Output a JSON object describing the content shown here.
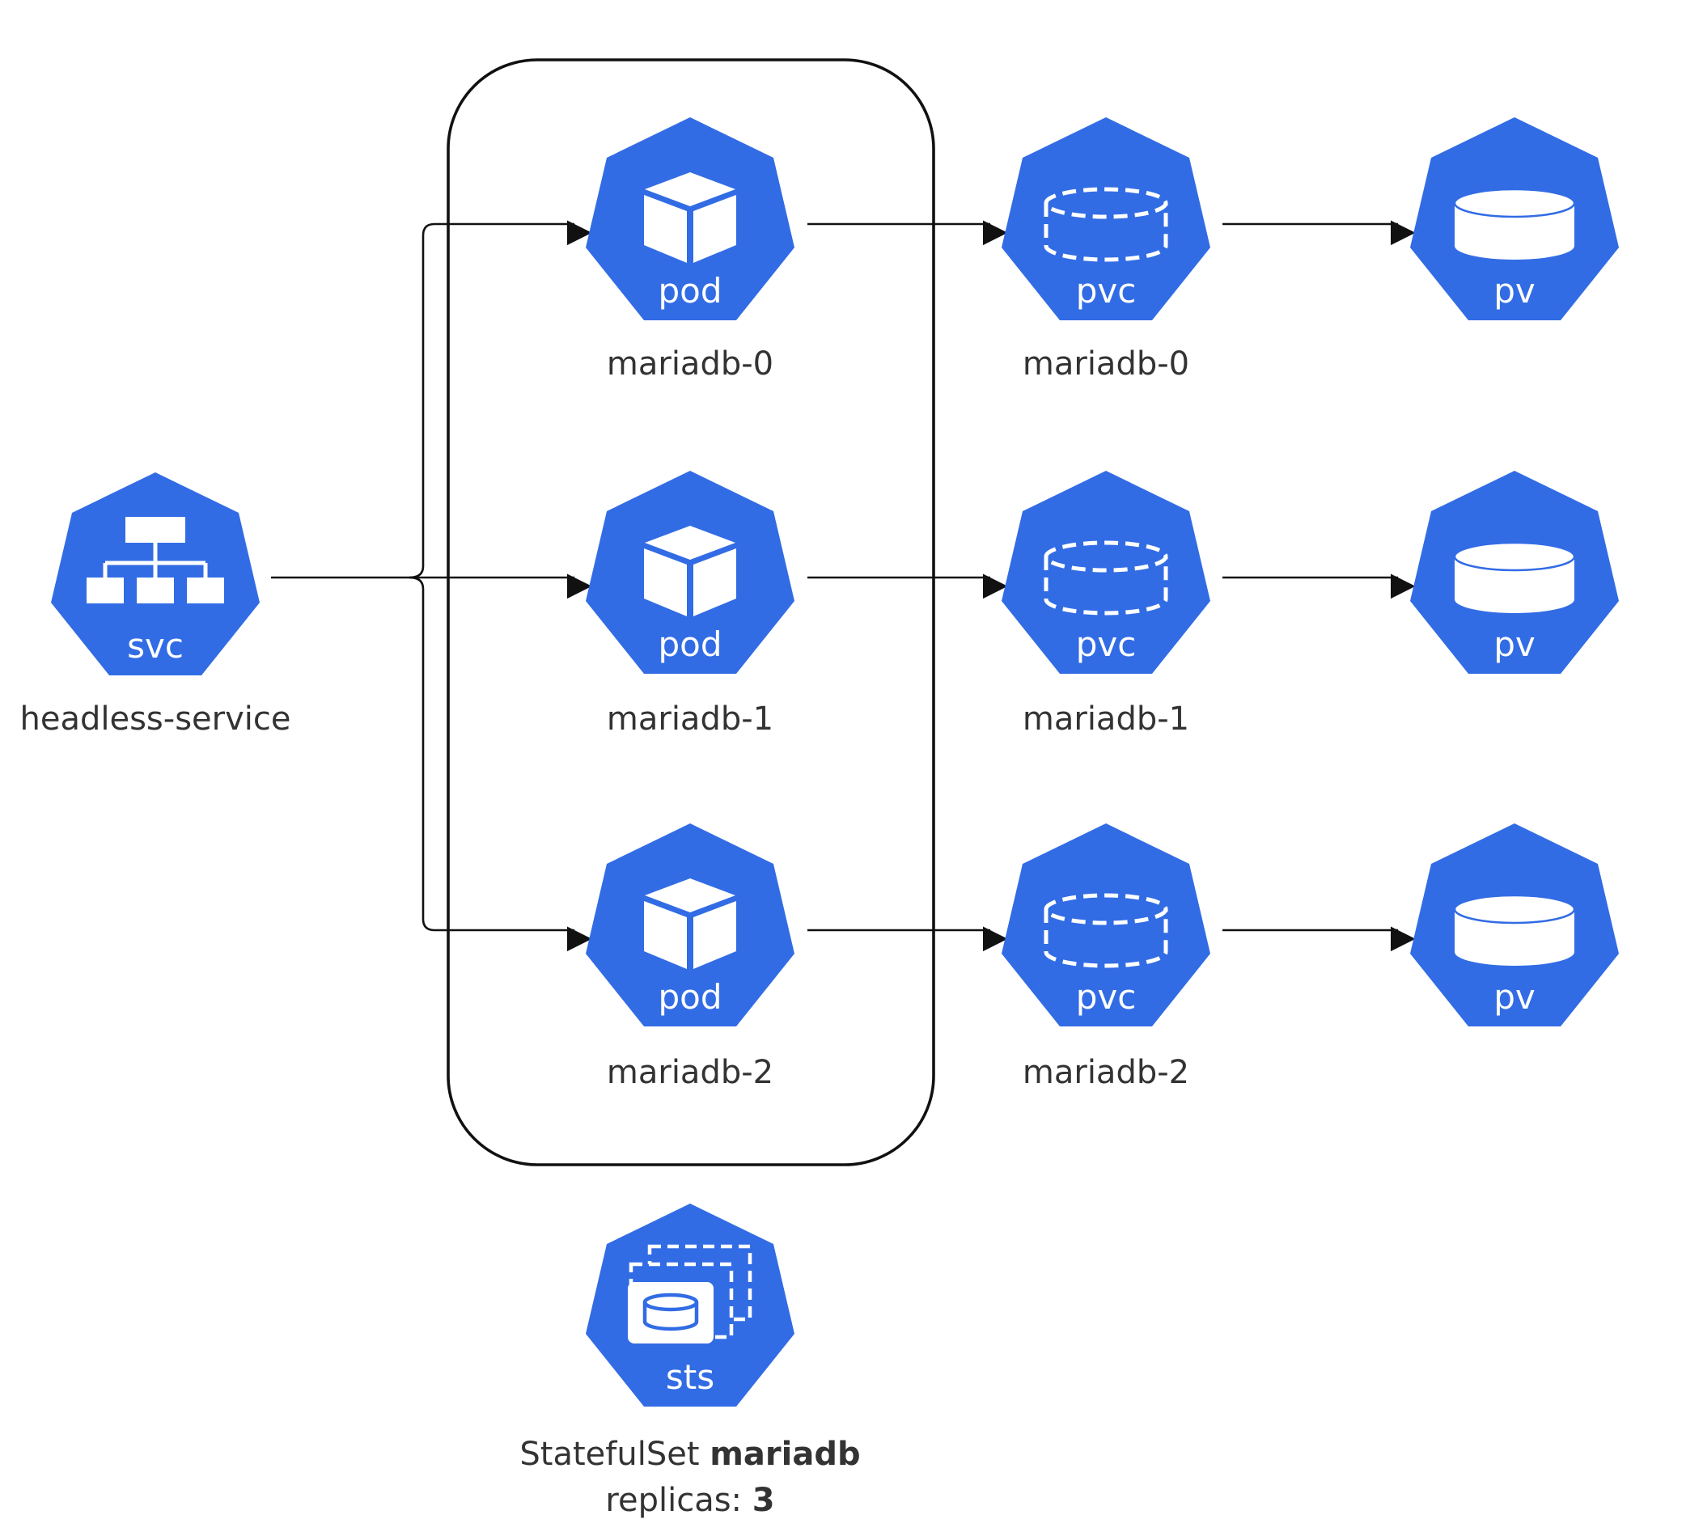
{
  "colors": {
    "k8s_blue": "#326CE5",
    "edge": "#111111",
    "text": "#333333",
    "icon_fill": "#ffffff"
  },
  "service": {
    "icon_label": "svc",
    "name": "headless-service",
    "icon": "network-hierarchy-icon"
  },
  "pods": [
    {
      "icon_label": "pod",
      "name": "mariadb-0",
      "icon": "cube-icon"
    },
    {
      "icon_label": "pod",
      "name": "mariadb-1",
      "icon": "cube-icon"
    },
    {
      "icon_label": "pod",
      "name": "mariadb-2",
      "icon": "cube-icon"
    }
  ],
  "pvcs": [
    {
      "icon_label": "pvc",
      "name": "mariadb-0",
      "icon": "dashed-disk-icon"
    },
    {
      "icon_label": "pvc",
      "name": "mariadb-1",
      "icon": "dashed-disk-icon"
    },
    {
      "icon_label": "pvc",
      "name": "mariadb-2",
      "icon": "dashed-disk-icon"
    }
  ],
  "pvs": [
    {
      "icon_label": "pv",
      "icon": "disk-icon"
    },
    {
      "icon_label": "pv",
      "icon": "disk-icon"
    },
    {
      "icon_label": "pv",
      "icon": "disk-icon"
    }
  ],
  "statefulset": {
    "icon_label": "sts",
    "icon": "stacked-disk-icon",
    "caption_prefix": "StatefulSet ",
    "caption_name": "mariadb",
    "replicas_prefix": "replicas: ",
    "replicas_value": "3"
  },
  "edges": [
    {
      "from": "svc",
      "to": "pod-0"
    },
    {
      "from": "svc",
      "to": "pod-1"
    },
    {
      "from": "svc",
      "to": "pod-2"
    },
    {
      "from": "pod-0",
      "to": "pvc-0"
    },
    {
      "from": "pod-1",
      "to": "pvc-1"
    },
    {
      "from": "pod-2",
      "to": "pvc-2"
    },
    {
      "from": "pvc-0",
      "to": "pv-0"
    },
    {
      "from": "pvc-1",
      "to": "pv-1"
    },
    {
      "from": "pvc-2",
      "to": "pv-2"
    }
  ]
}
